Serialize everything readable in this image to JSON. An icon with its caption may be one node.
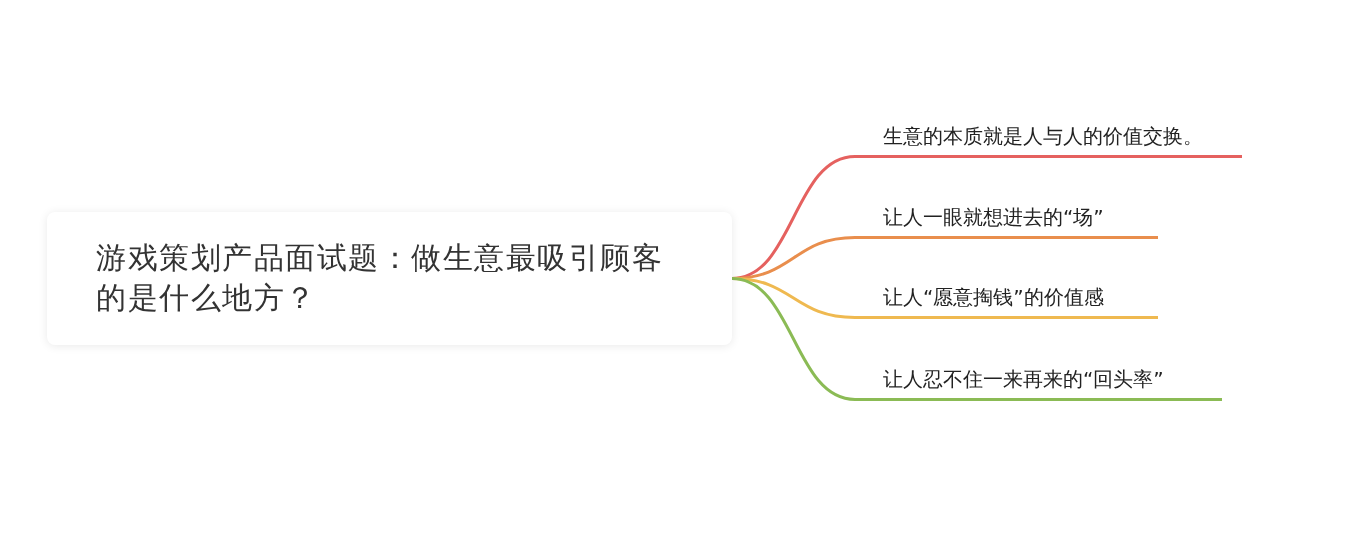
{
  "diagram": {
    "nodes": [
      {
        "text": [
          "游戏策划产品面试题：做生意最吸引顾客的是什么地方？"
        ]
      },
      {
        "text": [
          "生意的本质就是人与人的价值交换。"
        ]
      },
      {
        "text": [
          "让人一眼就想进去的“场”"
        ]
      },
      {
        "text": [
          "让人“愿意掏钱”的价值感"
        ]
      },
      {
        "text": [
          "让人忍不住一来再来的“回头率”"
        ]
      }
    ],
    "edges": [
      {
        "from": 0,
        "to": 1,
        "arrow": "none",
        "color": "#e5615f"
      },
      {
        "from": 0,
        "to": 2,
        "arrow": "none",
        "color": "#e98e4d"
      },
      {
        "from": 0,
        "to": 3,
        "arrow": "none",
        "color": "#efb950"
      },
      {
        "from": 0,
        "to": 4,
        "arrow": "none",
        "color": "#8bbb55"
      }
    ]
  }
}
